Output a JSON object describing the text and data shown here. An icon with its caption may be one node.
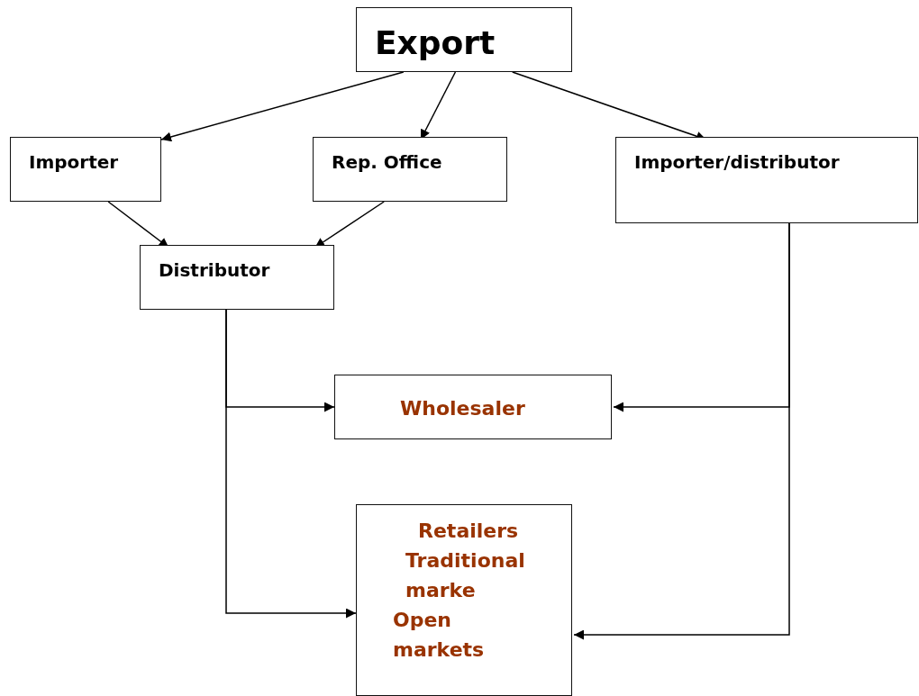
{
  "diagram": {
    "nodes": [
      {
        "text": [
          "Export"
        ]
      },
      {
        "text": [
          "Importer"
        ]
      },
      {
        "text": [
          "Rep. Office"
        ]
      },
      {
        "text": [
          "Importer/distributor"
        ]
      },
      {
        "text": [
          "Distributor"
        ]
      },
      {
        "text": [
          "Wholesaler"
        ]
      },
      {
        "text": [
          "Retailers",
          "Traditional marke",
          "Open markets"
        ]
      }
    ],
    "edges": [
      {
        "from": 0,
        "to": 1,
        "arrow": "to"
      },
      {
        "from": 0,
        "to": 2,
        "arrow": "to"
      },
      {
        "from": 0,
        "to": 3,
        "arrow": "to"
      },
      {
        "from": 1,
        "to": 4,
        "arrow": "to"
      },
      {
        "from": 2,
        "to": 4,
        "arrow": "to"
      },
      {
        "from": 4,
        "to": 5,
        "arrow": "to"
      },
      {
        "from": 4,
        "to": 6,
        "arrow": "to"
      },
      {
        "from": 3,
        "to": 5,
        "arrow": "to"
      },
      {
        "from": 3,
        "to": 6,
        "arrow": "to"
      }
    ]
  }
}
